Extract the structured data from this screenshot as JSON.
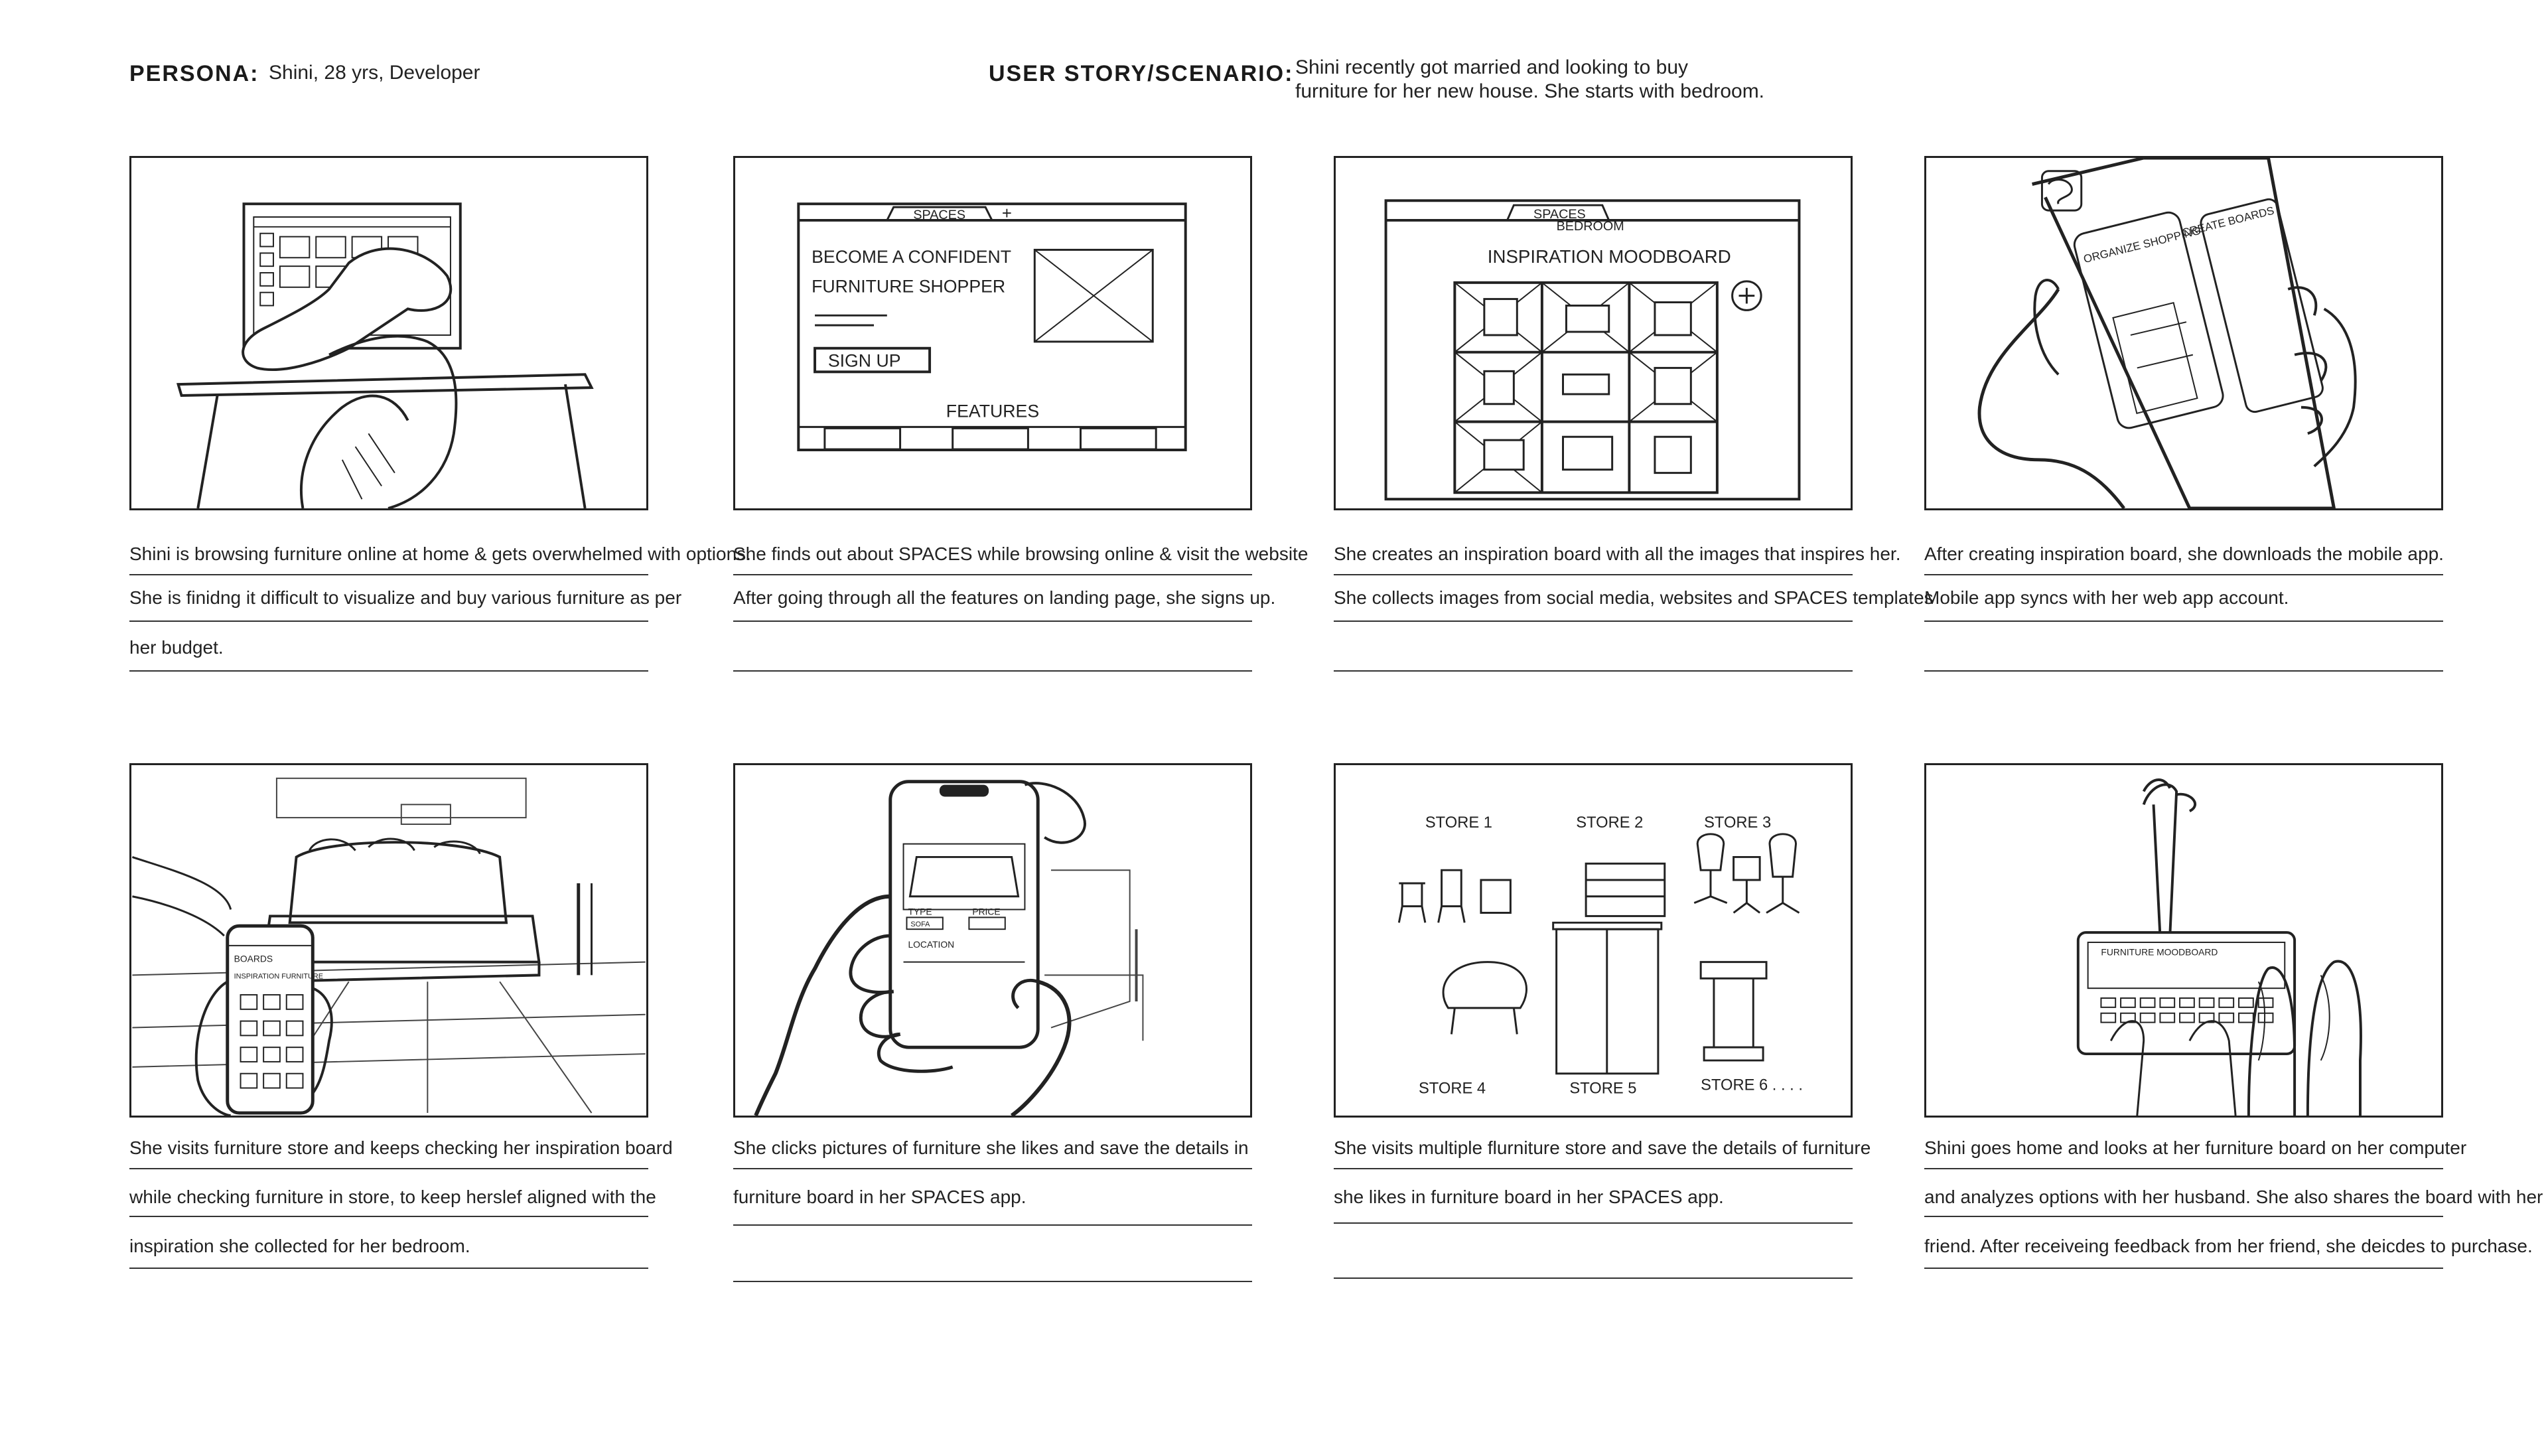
{
  "persona": {
    "label": "PERSONA:",
    "value": "Shini, 28 yrs, Developer"
  },
  "story": {
    "label": "USER STORY/SCENARIO:",
    "lines": [
      "Shini recently got married and looking to buy",
      "furniture for her new house. She starts with bedroom."
    ]
  },
  "panels": [
    {
      "sketch_labels": [],
      "caption": [
        "Shini is browsing furniture online at home & gets overwhelmed with options.",
        "She is finidng it difficult to visualize and buy various furniture as per",
        "her budget."
      ]
    },
    {
      "sketch_labels": [
        "SPACES",
        "BECOME A CONFIDENT",
        "FURNITURE SHOPPER",
        "SIGN UP",
        "FEATURES"
      ],
      "caption": [
        "She finds out about SPACES while browsing online & visit the website",
        "After going through all the features on landing page, she signs up.",
        ""
      ]
    },
    {
      "sketch_labels": [
        "SPACES",
        "BEDROOM",
        "INSPIRATION MOODBOARD"
      ],
      "caption": [
        "She creates an inspiration board with all the images that inspires her.",
        "She collects images from social media, websites and SPACES templates",
        ""
      ]
    },
    {
      "sketch_labels": [
        "ORGANIZE SHOPPING",
        "CREATE BOARDS"
      ],
      "caption": [
        "After creating inspiration board, she downloads the mobile app.",
        "Mobile app syncs with her web app account.",
        ""
      ]
    },
    {
      "sketch_labels": [
        "BOARDS",
        "INSPIRATION FURNITURE"
      ],
      "caption": [
        "She visits furniture store and keeps checking her inspiration board",
        "while checking furniture in store, to keep herslef aligned with the",
        "inspiration she collected for her bedroom."
      ]
    },
    {
      "sketch_labels": [
        "TYPE",
        "PRICE",
        "SOFA",
        "LOCATION"
      ],
      "caption": [
        "She clicks pictures of furniture she likes and save the details in",
        "furniture board in her SPACES app.",
        ""
      ]
    },
    {
      "sketch_labels": [
        "STORE 1",
        "STORE 2",
        "STORE 3",
        "STORE 4",
        "STORE 5",
        "STORE 6 . . . ."
      ],
      "caption": [
        "She visits multiple flurniture store and save the details of furniture",
        "she likes  in furniture board in her SPACES app.",
        ""
      ]
    },
    {
      "sketch_labels": [
        "FURNITURE MOODBOARD"
      ],
      "caption": [
        "Shini goes home and looks at her furniture board on her computer",
        "and analyzes options with her husband. She also shares the board with her",
        "friend. After receiveing feedback from her friend, she deicdes to purchase."
      ]
    }
  ]
}
